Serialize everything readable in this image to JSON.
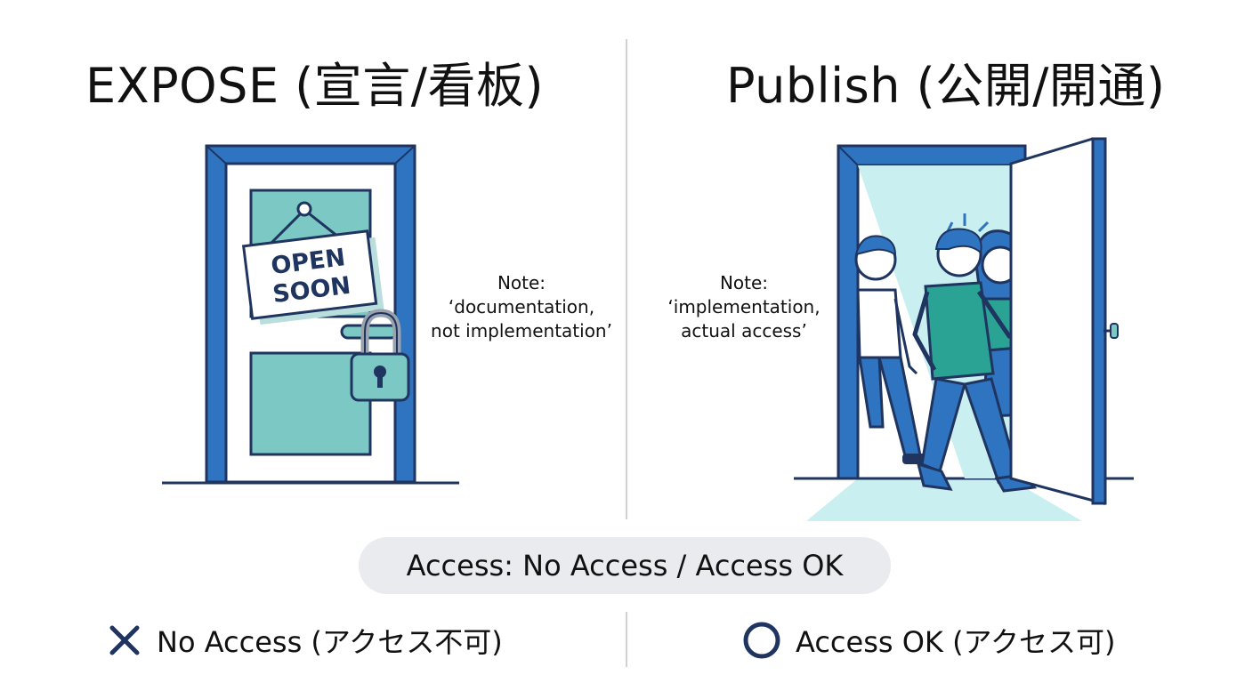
{
  "left": {
    "title": "EXPOSE (宣言/看板)",
    "sign_line1": "OPEN",
    "sign_line2": "SOON",
    "note_line1": "Note:",
    "note_line2": "‘documentation,",
    "note_line3": "not implementation’"
  },
  "right": {
    "title": "Publish (公開/開通)",
    "note_line1": "Note:",
    "note_line2": "‘implementation,",
    "note_line3": "actual access’"
  },
  "access_summary": "Access: No Access / Access OK",
  "legend": {
    "no_access_label": "No Access (アクセス不可)",
    "no_access_icon": "cross-icon",
    "access_ok_label": "Access OK (アクセス可)",
    "access_ok_icon": "circle-icon"
  },
  "colors": {
    "door_frame_blue": "#2f74c0",
    "panel_teal": "#7cc8c4",
    "outline_navy": "#1f3560",
    "light_cyan": "#c9eff0",
    "shirt_green": "#2aa395"
  }
}
